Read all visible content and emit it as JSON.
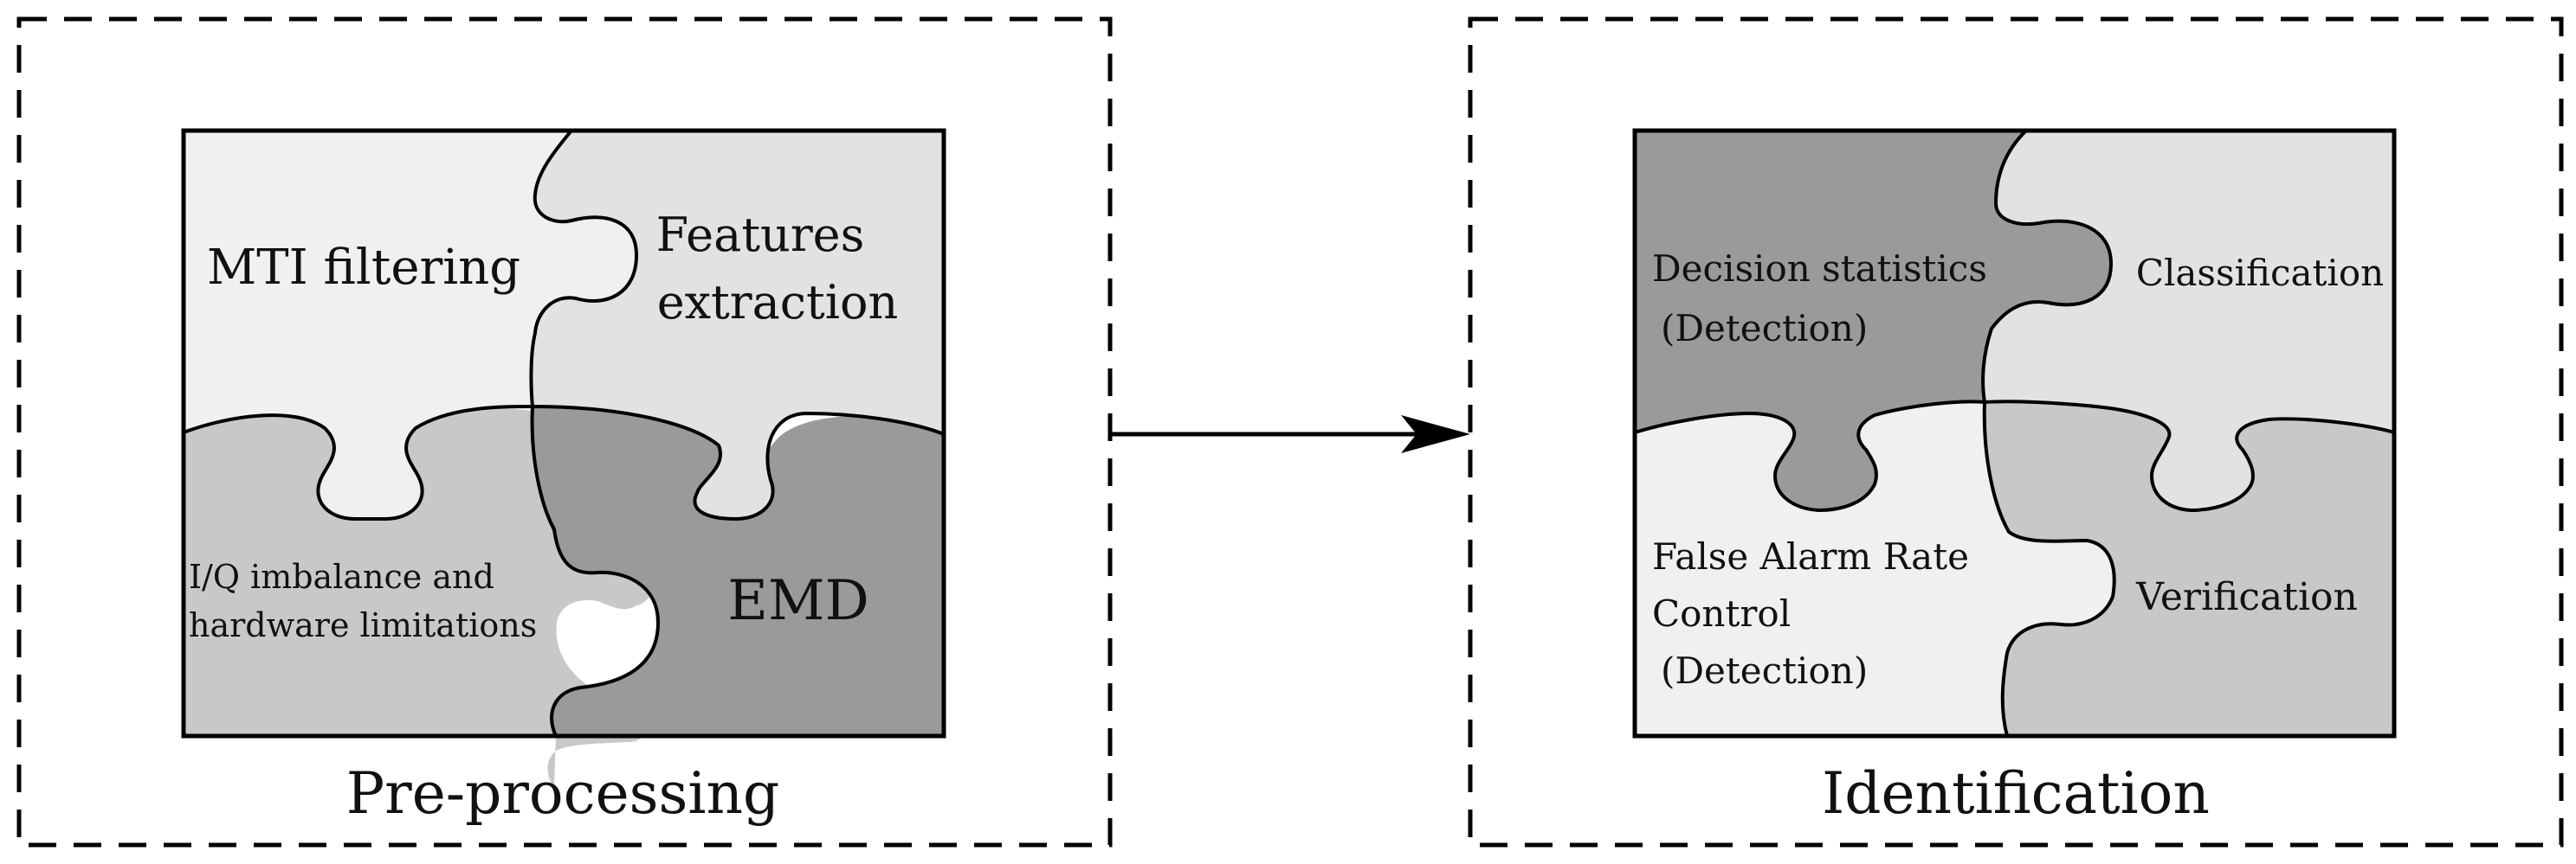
{
  "colors": {
    "background": "#ffffff",
    "stroke": "#000000",
    "piece_lightest": "#f0f0f0",
    "piece_light": "#e2e2e2",
    "piece_mid": "#c8c8c8",
    "piece_dark": "#9a9a9a"
  },
  "preprocessing": {
    "title": "Pre-processing",
    "pieces": {
      "mti_filtering": "MTI filtering",
      "features_line1": "Features",
      "features_line2": "extraction",
      "iq_line1": "I/Q imbalance and",
      "iq_line2": "hardware limitations",
      "emd": "EMD"
    }
  },
  "identification": {
    "title": "Identification",
    "pieces": {
      "decision_line1": "Decision statistics",
      "decision_line2": "(Detection)",
      "classification": "Classification",
      "far_line1": "False Alarm Rate",
      "far_line2": "Control",
      "far_line3": "(Detection)",
      "verification": "Verification"
    }
  }
}
